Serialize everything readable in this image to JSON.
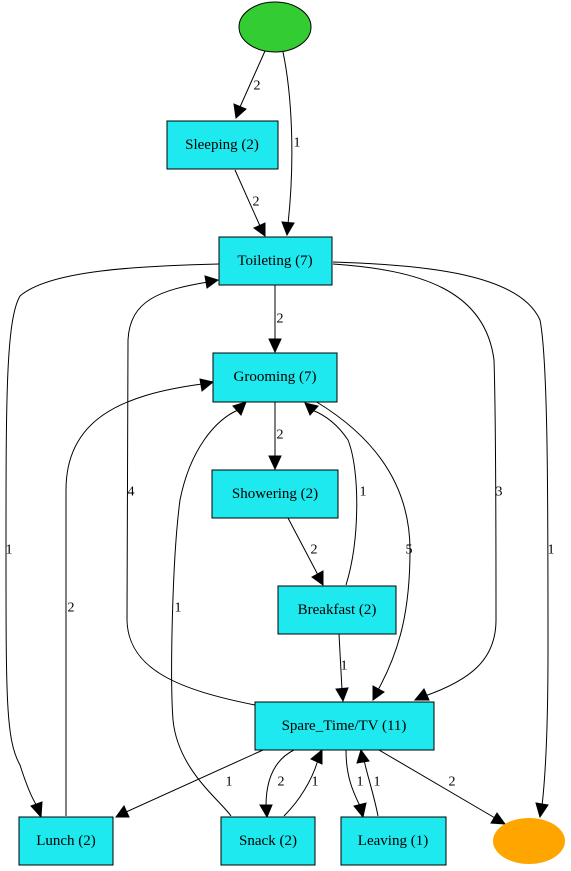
{
  "colors": {
    "activity": "#1de9ef",
    "start": "#33cc33",
    "end": "#ffa500",
    "edge": "#000000"
  },
  "nodes": {
    "sleeping": "Sleeping (2)",
    "toileting": "Toileting (7)",
    "grooming": "Grooming (7)",
    "showering": "Showering (2)",
    "breakfast": "Breakfast (2)",
    "spare_time": "Spare_Time/TV (11)",
    "lunch": "Lunch (2)",
    "snack": "Snack (2)",
    "leaving": "Leaving (1)"
  },
  "edges": {
    "start_sleeping": "2",
    "start_toileting": "1",
    "sleeping_toileting": "2",
    "toileting_grooming": "2",
    "toileting_lunch": "1",
    "toileting_spare_time": "3",
    "toileting_end": "1",
    "spare_time_toileting": "4",
    "lunch_grooming": "2",
    "snack_grooming": "1",
    "grooming_showering": "2",
    "breakfast_grooming": "1",
    "grooming_spare_time": "5",
    "showering_breakfast": "2",
    "breakfast_spare_time": "1",
    "spare_time_lunch": "1",
    "spare_time_snack": "2",
    "snack_spare_time": "1",
    "spare_time_leaving": "1",
    "leaving_spare_time": "1",
    "spare_time_end": "2"
  }
}
